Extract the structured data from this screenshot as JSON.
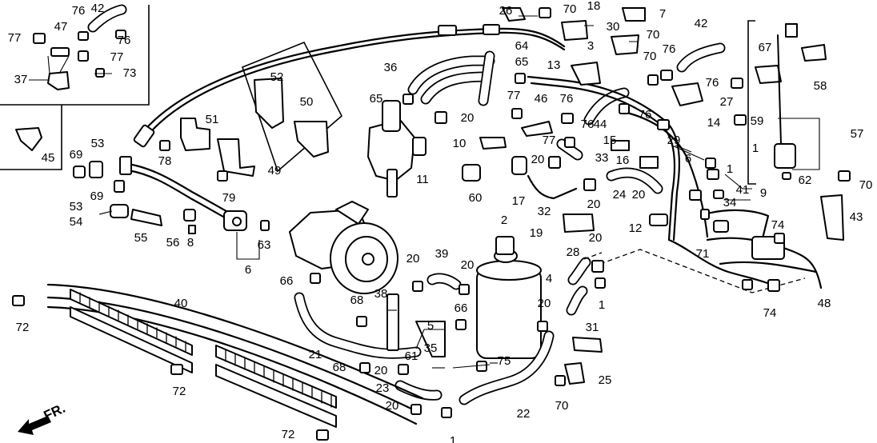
{
  "direction_marker": "FR.",
  "callouts": [
    "76",
    "42",
    "77",
    "47",
    "76",
    "77",
    "73",
    "37",
    "45",
    "52",
    "50",
    "51",
    "78",
    "79",
    "49",
    "69",
    "53",
    "69",
    "53",
    "54",
    "55",
    "56",
    "8",
    "63",
    "6",
    "26",
    "70",
    "18",
    "7",
    "30",
    "70",
    "42",
    "64",
    "65",
    "3",
    "13",
    "36",
    "65",
    "20",
    "76",
    "70",
    "76",
    "76",
    "27",
    "58",
    "67",
    "57",
    "62",
    "70",
    "59",
    "77",
    "46",
    "76",
    "77",
    "10",
    "11",
    "60",
    "17",
    "20",
    "33",
    "32",
    "44",
    "76",
    "29",
    "6",
    "14",
    "1",
    "15",
    "16",
    "1",
    "41",
    "9",
    "34",
    "24",
    "20",
    "20",
    "19",
    "12",
    "74",
    "71",
    "74",
    "43",
    "48",
    "2",
    "4",
    "28",
    "20",
    "1",
    "20",
    "39",
    "20",
    "38",
    "68",
    "66",
    "5",
    "35",
    "61",
    "20",
    "68",
    "75",
    "25",
    "70",
    "31",
    "23",
    "20",
    "1",
    "22",
    "20",
    "66",
    "21",
    "40",
    "72",
    "72",
    "72"
  ]
}
